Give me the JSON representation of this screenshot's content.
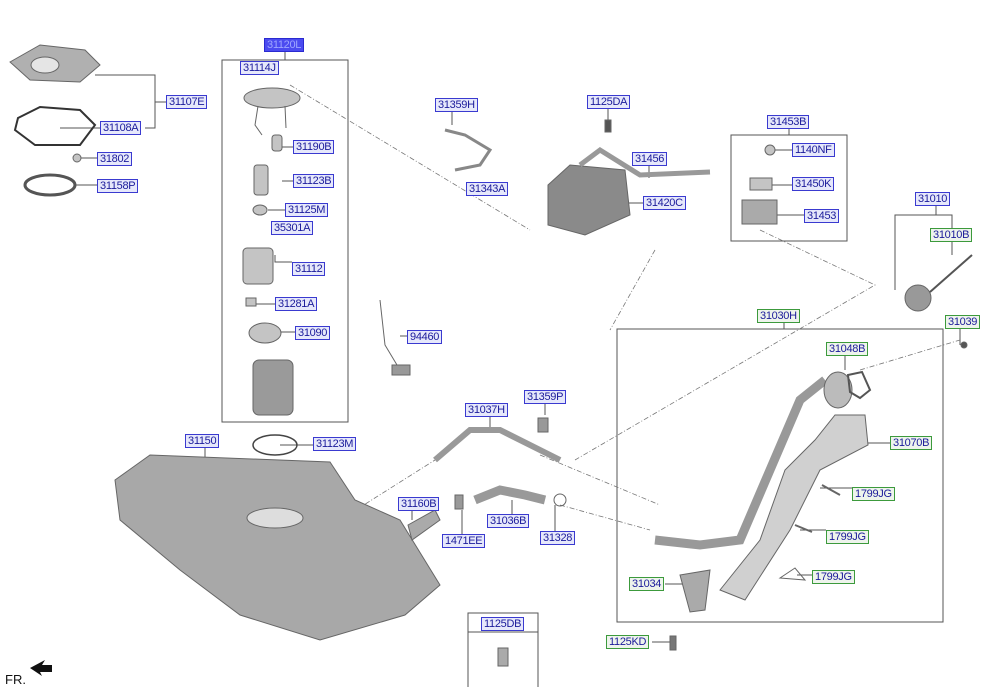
{
  "diagram": {
    "selected_part": "31120L",
    "labels": {
      "p31120L": "31120L",
      "p31114J": "31114J",
      "p31107E": "31107E",
      "p31108A": "31108A",
      "p31802": "31802",
      "p31158P": "31158P",
      "p31190B": "31190B",
      "p31123B": "31123B",
      "p31125M": "31125M",
      "p35301A": "35301A",
      "p31112": "31112",
      "p31281A": "31281A",
      "p31090": "31090",
      "p94460": "94460",
      "p31150": "31150",
      "p31123M": "31123M",
      "p31359H": "31359H",
      "p31343A": "31343A",
      "p1125DA": "1125DA",
      "p31456": "31456",
      "p31420C": "31420C",
      "p31453B": "31453B",
      "p1140NF": "1140NF",
      "p31450K": "31450K",
      "p31453": "31453",
      "p31010": "31010",
      "p31010B": "31010B",
      "p31030H": "31030H",
      "p31039": "31039",
      "p31048B": "31048B",
      "p31070B": "31070B",
      "p1799JG_a": "1799JG",
      "p1799JG_b": "1799JG",
      "p1799JG_c": "1799JG",
      "p31037H": "31037H",
      "p31359P": "31359P",
      "p31160B": "31160B",
      "p31036B": "31036B",
      "p1471EE": "1471EE",
      "p31328": "31328",
      "p31034": "31034",
      "p1125KD": "1125KD",
      "p1125DB": "1125DB"
    },
    "front_indicator": "FR."
  },
  "colors": {
    "label_blue_border": "#3a3ad0",
    "label_green_border": "#3c9a3c",
    "selected_fill": "#4b4bf0",
    "part_gray": "#b8b8b8"
  }
}
